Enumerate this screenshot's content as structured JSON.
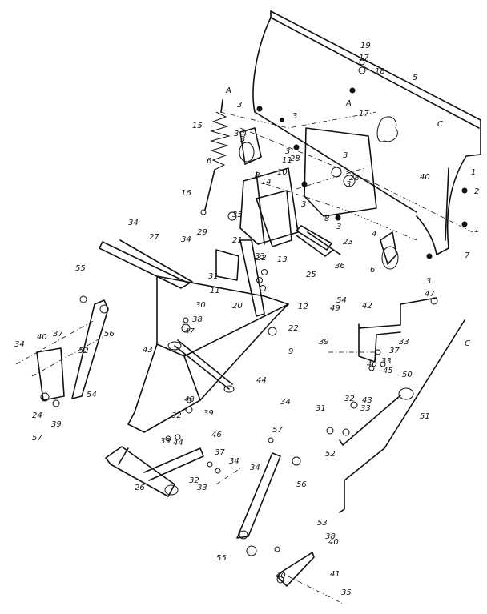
{
  "diagram": {
    "callouts": [
      "1",
      "2",
      "1",
      "3",
      "3",
      "3",
      "3",
      "3",
      "3",
      "3",
      "3",
      "3",
      "3",
      "4",
      "4",
      "5",
      "6",
      "6",
      "7",
      "8",
      "8",
      "9",
      "10",
      "11",
      "11",
      "12",
      "13",
      "14",
      "15",
      "16",
      "17",
      "17",
      "18",
      "19",
      "20",
      "21",
      "22",
      "23",
      "24",
      "25",
      "26",
      "27",
      "28",
      "28",
      "29",
      "30",
      "31",
      "31",
      "32",
      "32",
      "32",
      "32",
      "33",
      "33",
      "33",
      "33",
      "33",
      "33",
      "34",
      "34",
      "34",
      "34",
      "34",
      "34",
      "35",
      "35",
      "36",
      "37",
      "37",
      "37",
      "38",
      "38",
      "39",
      "39",
      "39",
      "40",
      "40",
      "40",
      "40",
      "40",
      "41",
      "42",
      "43",
      "43",
      "44",
      "44",
      "45",
      "46",
      "47",
      "47",
      "48",
      "49",
      "50",
      "51",
      "52",
      "52",
      "53",
      "54",
      "54",
      "55",
      "55",
      "56",
      "56",
      "57",
      "57"
    ],
    "reference_letters": [
      "A",
      "A",
      "C",
      "C"
    ]
  }
}
